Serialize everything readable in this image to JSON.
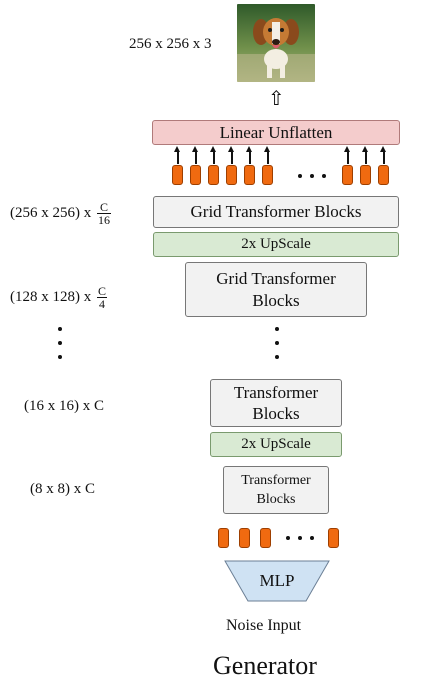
{
  "output": {
    "dims": "256 x 256 x 3",
    "up_arrow": "⇧"
  },
  "layers": {
    "linear_unflatten": "Linear Unflatten",
    "grid_transformer_1": "Grid Transformer Blocks",
    "upscale_1": "2x UpScale",
    "grid_transformer_2": "Grid Transformer Blocks",
    "transformer_1": "Transformer Blocks",
    "upscale_2": "2x UpScale",
    "transformer_2": "Transformer Blocks",
    "mlp": "MLP"
  },
  "dims_labels": {
    "d1_base": "(256 x 256) x",
    "d1_num": "C",
    "d1_den": "16",
    "d2_base": "(128 x 128) x",
    "d2_num": "C",
    "d2_den": "4",
    "d3": "(16 x 16) x C",
    "d4": "(8 x 8) x C"
  },
  "input_label": "Noise Input",
  "caption": "Generator",
  "colors": {
    "token": "#f06a10",
    "upscale": "#d9ead3",
    "unflatten": "#f4cccc",
    "mlp": "#cfe2f3",
    "block": "#f2f2f2"
  }
}
